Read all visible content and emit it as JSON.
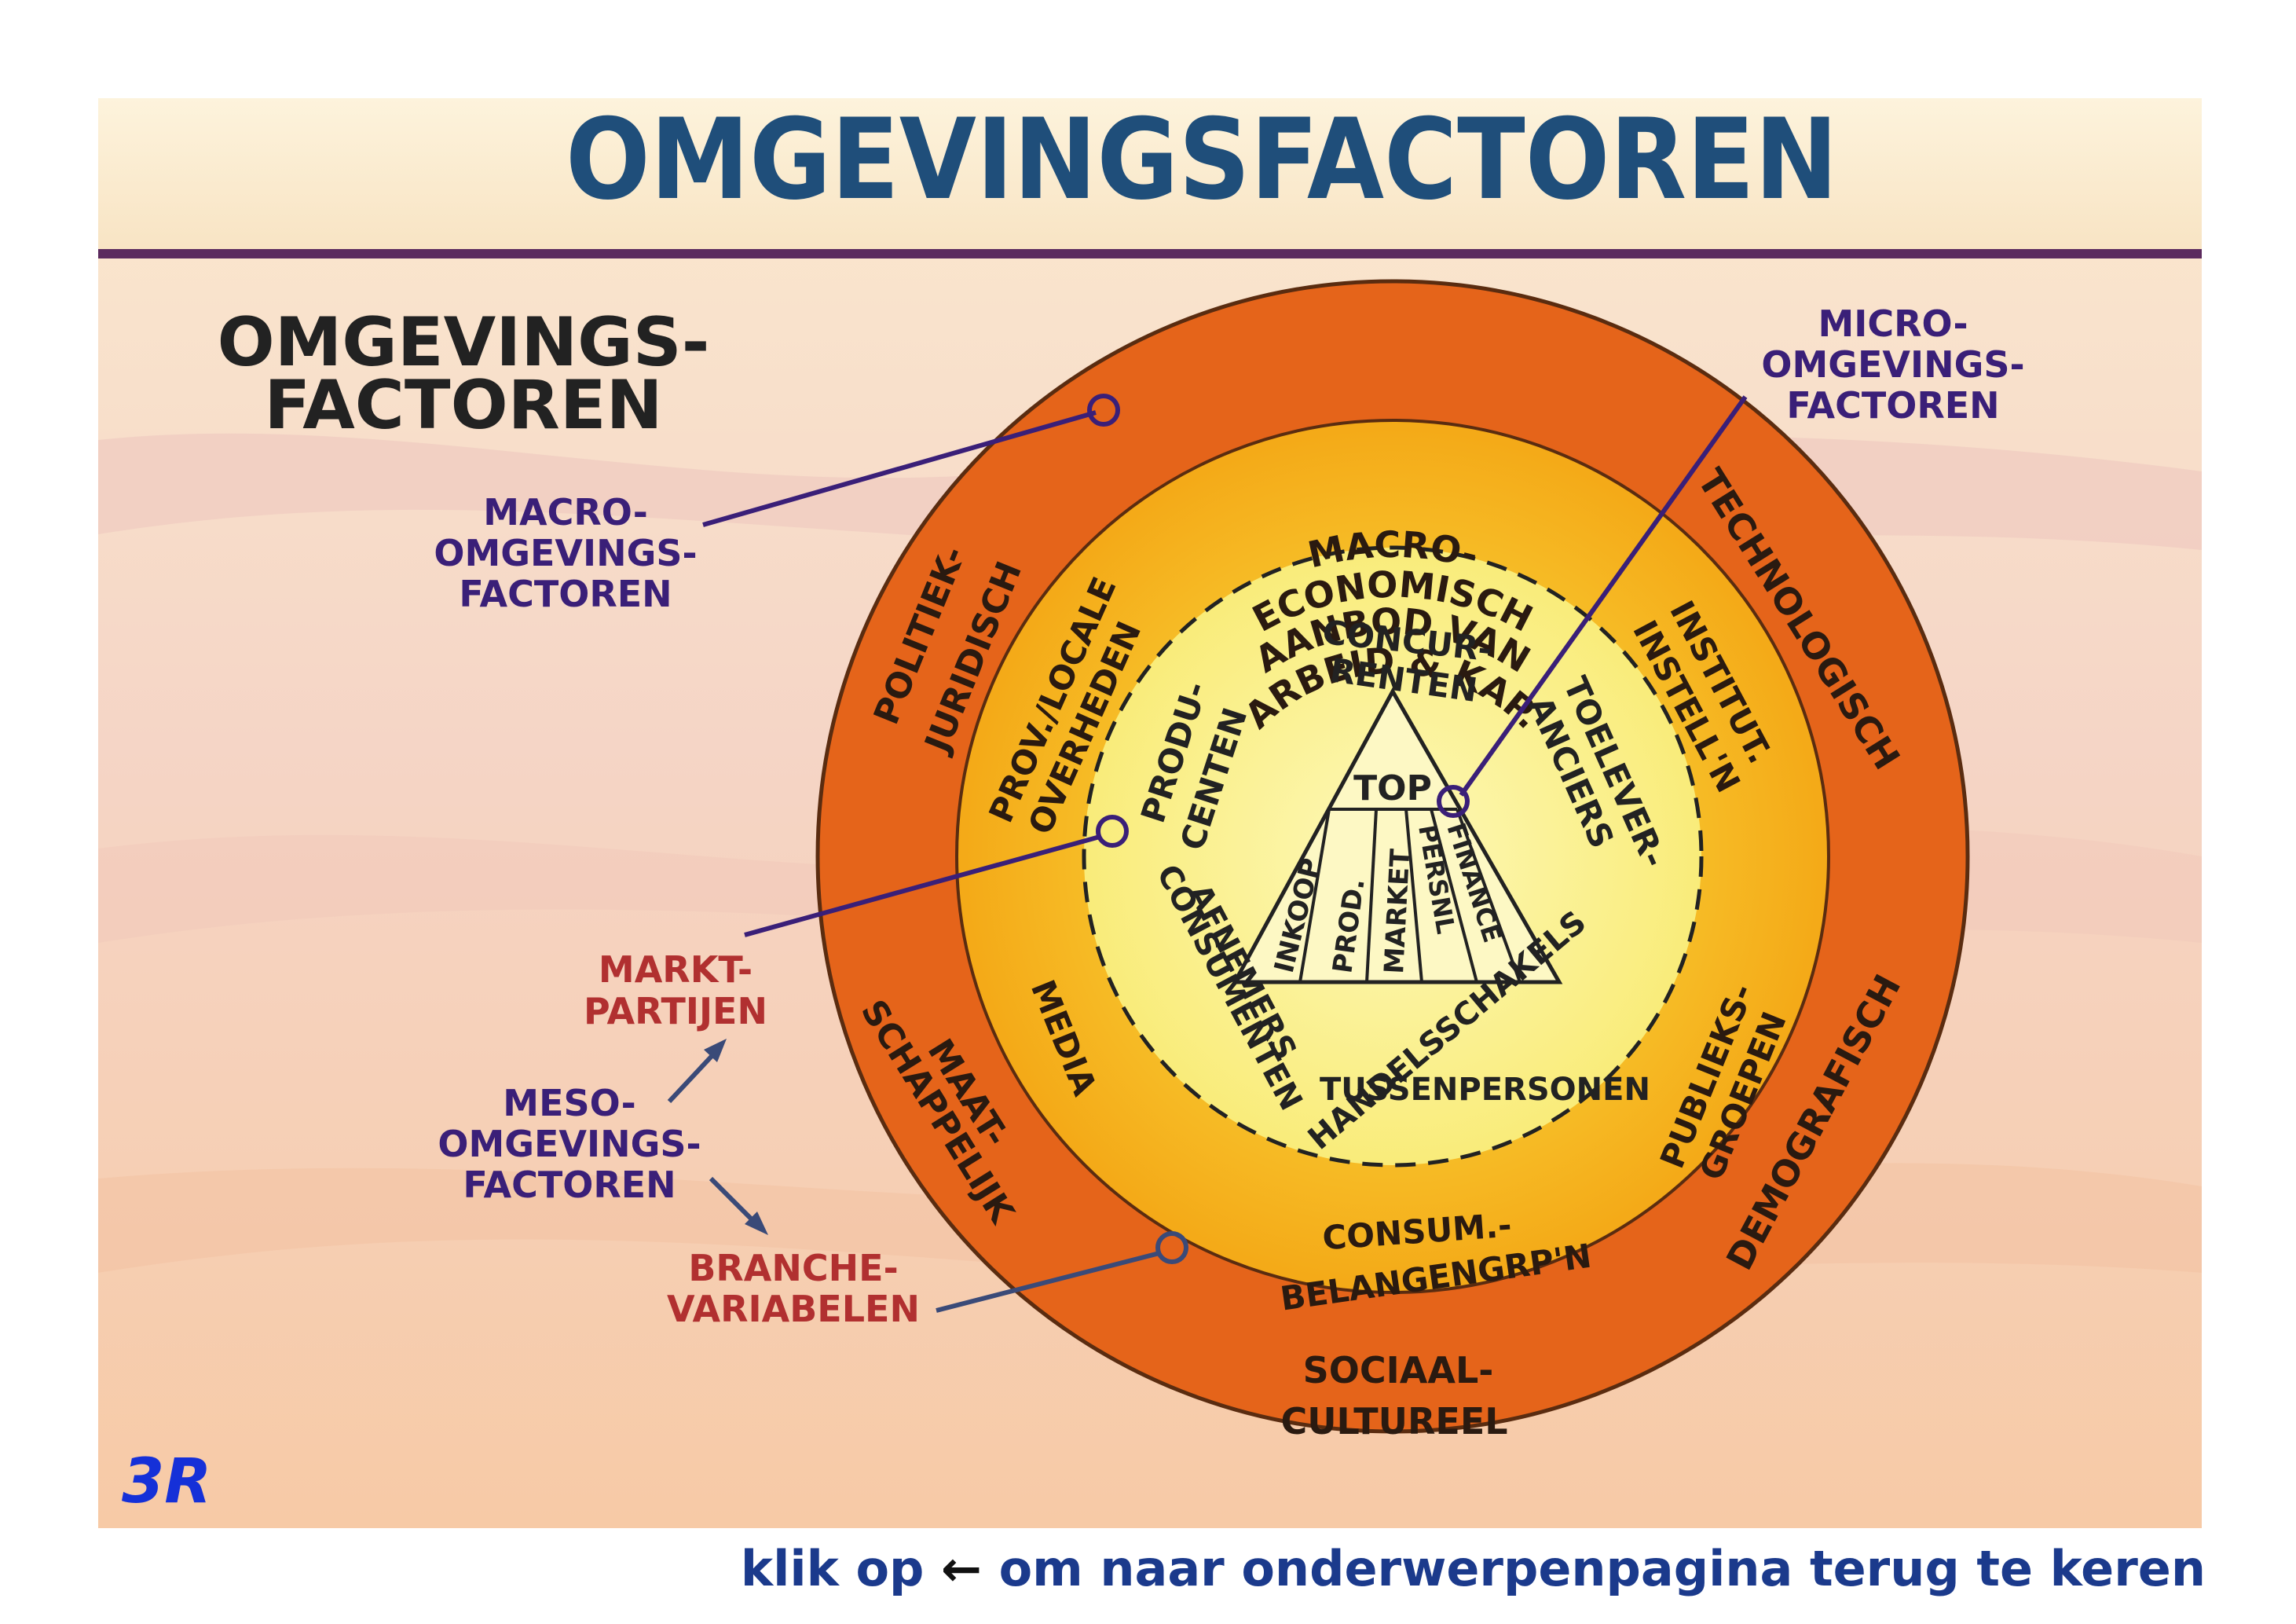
{
  "title": "OMGEVINGSFACTOREN",
  "side_title": [
    "OMGEVINGS-",
    "FACTOREN"
  ],
  "labels": {
    "macro": [
      "MACRO-",
      "OMGEVINGS-",
      "FACTOREN"
    ],
    "micro": [
      "MICRO-",
      "OMGEVINGS-",
      "FACTOREN"
    ],
    "markt": [
      "MARKT-",
      "PARTIJEN"
    ],
    "meso": [
      "MESO-",
      "OMGEVINGS-",
      "FACTOREN"
    ],
    "branche": [
      "BRANCHE-",
      "VARIABELEN"
    ]
  },
  "outer_ring": {
    "macro_economisch": [
      "MACRO-",
      "ECONOMISCH"
    ],
    "technologisch": "TECHNOLOGISCH",
    "demografisch": "DEMOGRAFISCH",
    "sociaal_cultureel": [
      "SOCIAAL-",
      "CULTUREEL"
    ],
    "maatschappelijk": [
      "MAAT-",
      "SCHAPPELIJK"
    ],
    "politiek_juridisch": [
      "POLITIEK-",
      "JURIDISCH"
    ]
  },
  "middle_ring": {
    "aanbod": [
      "AANBOD VAN",
      "ARBEID & KAP."
    ],
    "institut": [
      "INSTITUT.",
      "INSTELL'N"
    ],
    "publieks": [
      "PUBLIEKS-",
      "GROEPEN"
    ],
    "consum": [
      "CONSUM.-",
      "BELANGENGRP'N"
    ],
    "media": "MEDIA",
    "overheden": [
      "PROV./LOCALE",
      "OVERHEDEN"
    ]
  },
  "inner_circle": {
    "concurrenten": [
      "CONCUR-",
      "RENTEN"
    ],
    "toeleveranciers": [
      "TOELEVER-",
      "ANCIERS"
    ],
    "tussenpersonen": [
      "TUSSENPERSONEN",
      "HANDELSSCHAKELS"
    ],
    "afnemers": [
      "AFNEMERS",
      "CONSUMENTEN"
    ],
    "producenten": [
      "PRODU-",
      "CENTEN"
    ]
  },
  "pyramid": {
    "top": "TOP",
    "sections": [
      "INKOOP",
      "PROD.",
      "MARKET",
      "PERSNL",
      "FINANCE"
    ]
  },
  "logo": "3R",
  "footer": {
    "prefix": "klik op",
    "arrow": "←",
    "suffix": "om naar onderwerpenpagina terug te keren"
  },
  "colors": {
    "title": "#1f4e7a",
    "outer_ring": "#e5641a",
    "middle_ring": "#f6b81e",
    "inner_circle": "#fbf08a",
    "divider": "#5b2a5e",
    "macro_label": "#3a1f78",
    "meso_label": "#3a1f78",
    "markt_label": "#b13030",
    "branche_label": "#b13030",
    "side_title": "#222222",
    "footer": "#1b3a8c"
  }
}
